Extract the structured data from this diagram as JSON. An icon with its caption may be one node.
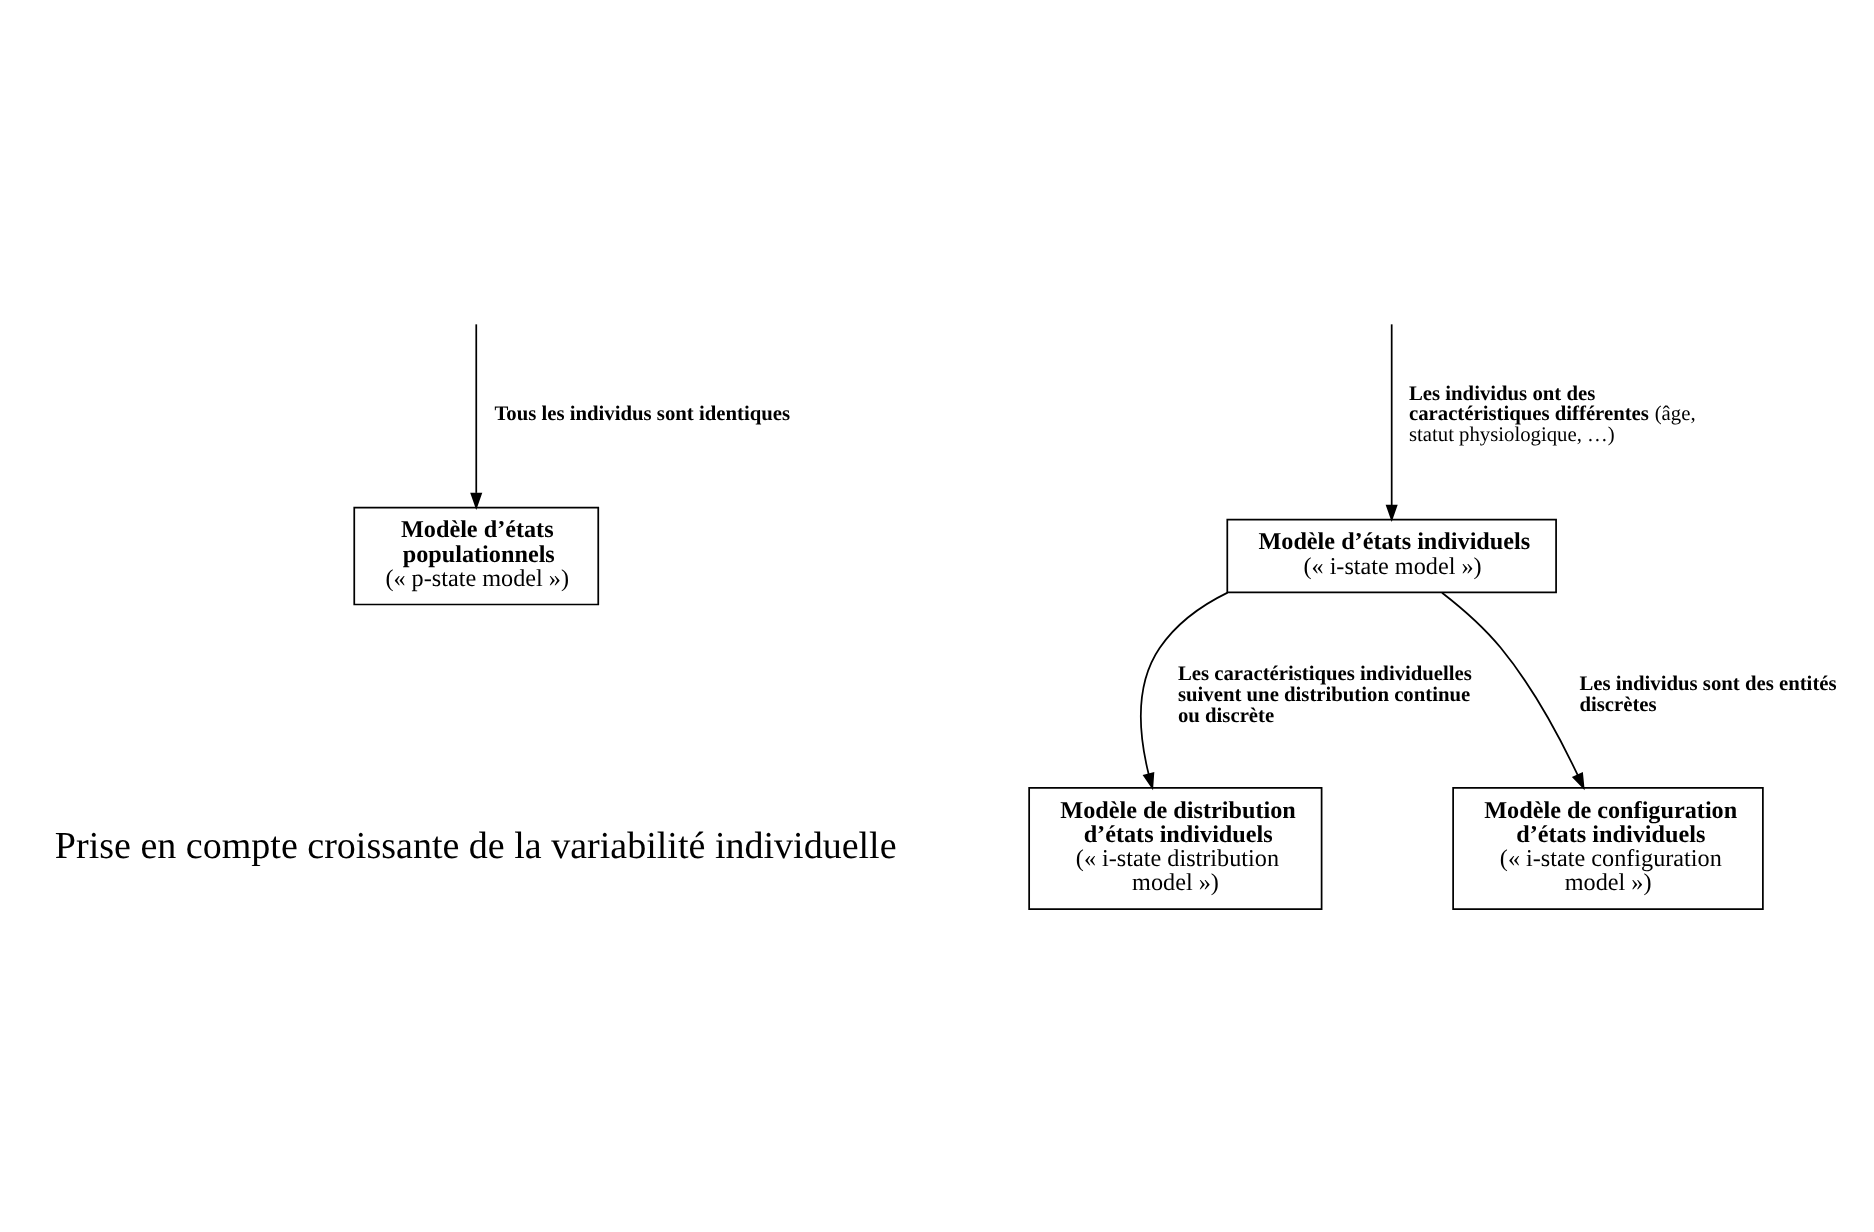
{
  "diagram": {
    "nodes": [
      {
        "text": [
          "Modèle d’états populationnels",
          "(« p-state model »)"
        ]
      },
      {
        "text": [
          "Modèle d’états individuels",
          "(« i-state model »)"
        ]
      },
      {
        "text": [
          "Modèle de distribution d’états individuels",
          "(« i-state distribution model »)"
        ]
      },
      {
        "text": [
          "Modèle de configuration d’états individuels",
          "(« i-state configuration model »)"
        ]
      }
    ],
    "edges": [
      {
        "from": null,
        "to": 0,
        "arrow": "to",
        "label": "**Tous les individus sont identiques**"
      },
      {
        "from": null,
        "to": 1,
        "arrow": "to",
        "label": "**Les individus ont des caractéristiques différentes** (âge, statut physiologique, …)"
      },
      {
        "from": 1,
        "to": 2,
        "arrow": "to",
        "label": "**Les caractéristiques individuelles suivent une distribution continue ou discrète**"
      },
      {
        "from": 1,
        "to": 3,
        "arrow": "to",
        "label": "**Les individus sont des entités discrètes**"
      }
    ],
    "labels": [
      "Prise en compte croissante de la variabilité individuelle"
    ]
  }
}
